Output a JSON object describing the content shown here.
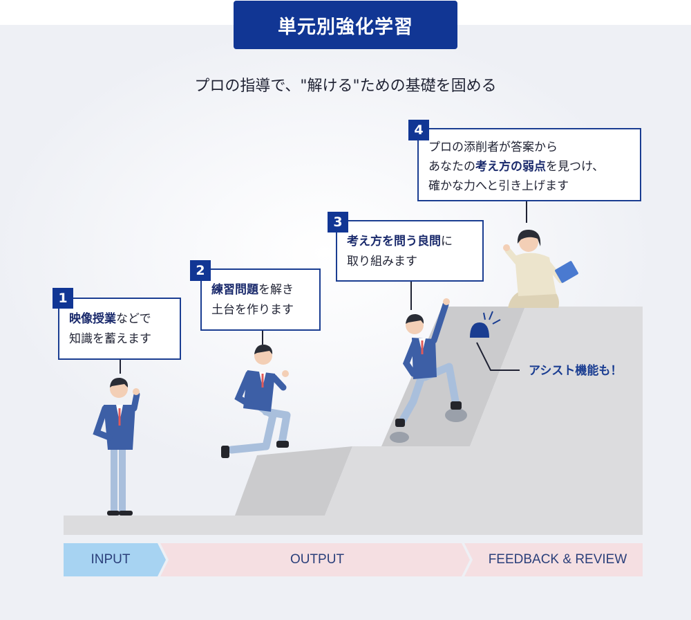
{
  "title": "単元別強化学習",
  "subtitle": "プロの指導で、\"解ける\"ための基礎を固める",
  "steps": [
    {
      "number": "1",
      "strong": "映像授業",
      "text1": "などで",
      "line2": "知識を蓄えます"
    },
    {
      "number": "2",
      "strong": "練習問題",
      "text1": "を解き",
      "line2": "土台を作ります"
    },
    {
      "number": "3",
      "strong": "考え方を問う良問",
      "text1": "に",
      "line2": "取り組みます"
    },
    {
      "number": "4",
      "line1": "プロの添削者が答案から",
      "line2_pre": "あなたの",
      "strong": "考え方の弱点",
      "line2_post": "を見つけ、",
      "line3": "確かな力へと引き上げます"
    }
  ],
  "assist_label": "アシスト機能も！",
  "phases": [
    {
      "label": "INPUT",
      "color": "#a7d3f2"
    },
    {
      "label": "OUTPUT",
      "color": "#f5dfe2"
    },
    {
      "label": "FEEDBACK & REVIEW",
      "color": "#f5dfe2"
    }
  ],
  "colors": {
    "brand": "#113694",
    "border": "#1a3d91",
    "suit": "#3d5fa6",
    "stair": "#dcdcde",
    "stair_dark": "#c6c6c8"
  }
}
